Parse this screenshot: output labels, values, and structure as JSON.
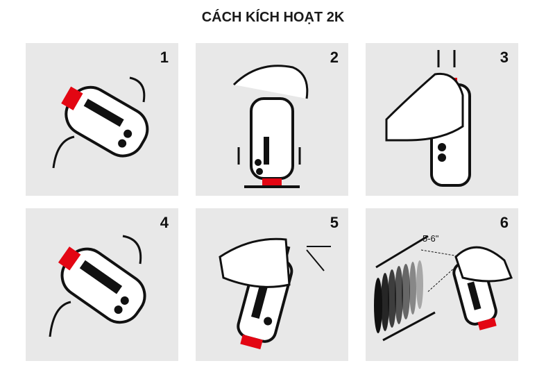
{
  "title": "CÁCH KÍCH HOẠT 2K",
  "steps": [
    {
      "number": "1",
      "icon": "shake-can-rotate"
    },
    {
      "number": "2",
      "icon": "press-button-on-base"
    },
    {
      "number": "3",
      "icon": "press-cap-down"
    },
    {
      "number": "4",
      "icon": "shake-can-rotate"
    },
    {
      "number": "5",
      "icon": "spray"
    },
    {
      "number": "6",
      "icon": "spray-at-distance",
      "distance": "5-6\""
    }
  ],
  "colors": {
    "panel": "#e8e8e8",
    "accent": "#e30613",
    "ink": "#111111"
  }
}
